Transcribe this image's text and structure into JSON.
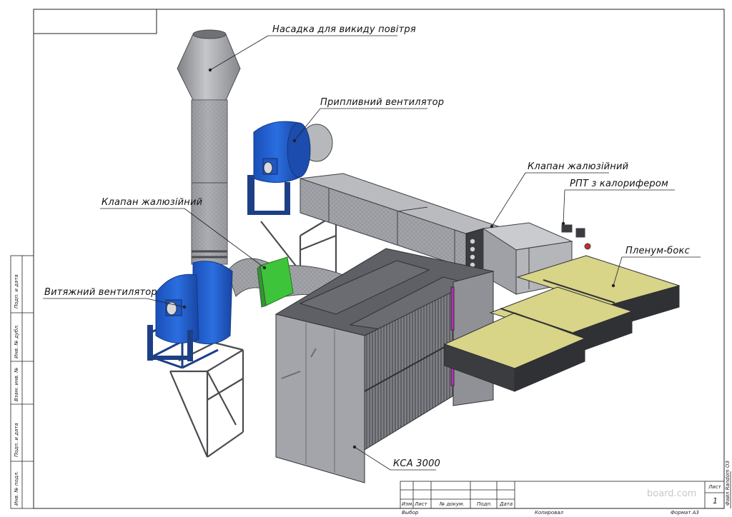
{
  "labels": {
    "nozzle": "Насадка для викиду повітря",
    "supply_fan": "Припливний вентилятор",
    "damper_right": "Клапан жалюзійний",
    "rpt": "РПТ з калорифером",
    "plenum": "Пленум-бокс",
    "damper_left": "Клапан жалюзійний",
    "exhaust_fan": "Витяжний вентилятор",
    "ksa": "КСА 3000"
  },
  "side_stamp": [
    "Подп. и дата",
    "Инв. № дубл.",
    "Взам. инв. №",
    "Подп. и дата",
    "Инв. № подл."
  ],
  "title_block": {
    "cols": [
      "Изм.",
      "Лист",
      "№ докум.",
      "Подп.",
      "Дата"
    ],
    "sheet_label": "Лист",
    "sheet_number": "1",
    "bottom_left": "Выбор",
    "copied": "Копировал",
    "format": "Формат А3",
    "corner_note": "Файл Random ОЗ"
  },
  "watermark": "board.com",
  "colors": {
    "fan_blue": "#1f5fd0",
    "duct_gray": "#a6a8ad",
    "damper_green": "#3ec43a",
    "plenum_yellow": "#d8d488",
    "ksa_panel": "#9ea0a4",
    "ksa_dark": "#55575c"
  }
}
